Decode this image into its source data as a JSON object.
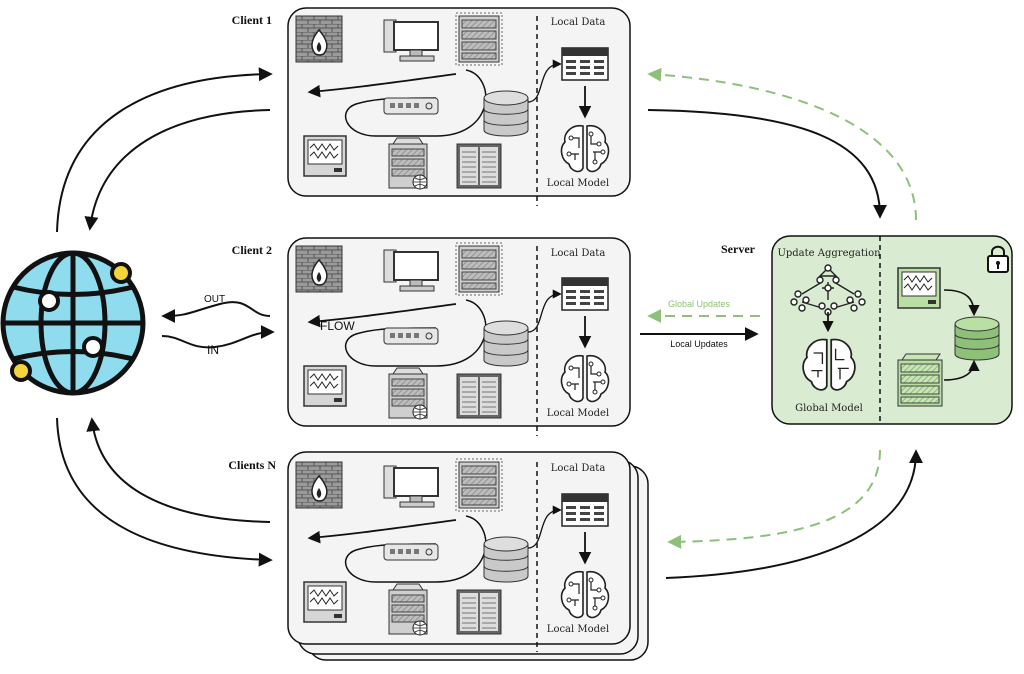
{
  "clients": [
    {
      "title": "Client 1",
      "local_data": "Local Data",
      "local_model": "Local Model"
    },
    {
      "title": "Client 2",
      "local_data": "Local Data",
      "local_model": "Local Model"
    },
    {
      "title": "Clients N",
      "local_data": "Local Data",
      "local_model": "Local Model"
    }
  ],
  "flow": {
    "out": "OUT",
    "in": "IN",
    "flow": "FLOW"
  },
  "server": {
    "title": "Server",
    "update_aggregation": "Update Aggregation",
    "global_model": "Global Model",
    "global_updates": "Global Updates",
    "local_updates": "Local Updates"
  },
  "colors": {
    "client_panel": "#f4f4f4",
    "server_panel": "#d9ecd2",
    "server_accent": "#8fc07a",
    "globe_fill": "#8fdcef",
    "globe_node": "#f5d33a"
  },
  "icons": [
    "globe-icon",
    "firewall-icon",
    "desktop-icon",
    "server-icon",
    "network-switch-icon",
    "database-icon",
    "monitor-icon",
    "web-server-icon",
    "rack-server-icon",
    "table-icon",
    "brain-icon",
    "neural-network-icon",
    "lock-icon"
  ]
}
